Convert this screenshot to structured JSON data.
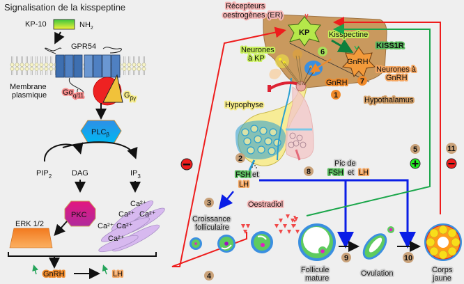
{
  "left_panel": {
    "title": "Signalisation de la kisspeptine",
    "ligand": "KP-10",
    "ligand_terminal": "NH",
    "ligand_terminal_sub": "2",
    "receptor": "GPR54",
    "membrane_line1": "Membrane",
    "membrane_line2": "plasmique",
    "g_alpha": "Gα",
    "g_alpha_sub": "q/11",
    "g_beta_gamma": "G",
    "g_beta_gamma_sub": "βγ",
    "enzyme": "PLC",
    "enzyme_sub": "β",
    "pip2": "PIP",
    "pip2_sub": "2",
    "dag": "DAG",
    "ip3": "IP",
    "ip3_sub": "3",
    "pkc": "PKC",
    "erk": "ERK 1/2",
    "calcium_labels": [
      "Ca²⁺",
      "Ca²⁺",
      "Ca²⁺",
      "Ca²⁺",
      "Ca²⁺",
      "Ca²⁺"
    ],
    "output_gnrh": "GnRH",
    "output_lh": "LH"
  },
  "right_panel": {
    "er_line1": "Récepteurs",
    "er_line2": "oestrogènes (ER)",
    "kp_label": "KP",
    "kisspeptine": "Kisspectine",
    "kiss1r": "KISS1R",
    "kp_neurons_line1": "Neurones",
    "kp_neurons_line2": "à KP",
    "gnrh_star": "GnRH",
    "gnrh_neurons_line1": "Neurones à",
    "gnrh_neurons_line2": "GnRH",
    "gnrh_release": "GnRH",
    "hypothalamus": "Hypothalamus",
    "hypophyse": "Hypophyse",
    "fsh": "FSH",
    "et": "et",
    "lh": "LH",
    "peak_line1": "Pic de",
    "peak_fsh": "FSH",
    "peak_et": "et",
    "peak_lh": "LH",
    "oestradiol": "Oestradiol",
    "croissance_line1": "Croissance",
    "croissance_line2": "folliculaire",
    "follicule_line1": "Follicule",
    "follicule_line2": "mature",
    "ovulation": "Ovulation",
    "corps_line1": "Corps",
    "corps_line2": "jaune",
    "step_numbers": [
      "1",
      "2",
      "3",
      "4",
      "5",
      "6",
      "7",
      "8",
      "9",
      "10",
      "11"
    ],
    "feedback_minus": "−",
    "feedback_plus": "+"
  },
  "colors": {
    "background": "#efefef",
    "hypothalamus_fill": "#c9995e",
    "positive_feedback": "#1aa64a",
    "negative_feedback": "#ee1c1c",
    "gonadotropin_arrow": "#0a1ee6",
    "badge": "#c9a27a",
    "orange_badge": "#f08a2a"
  }
}
